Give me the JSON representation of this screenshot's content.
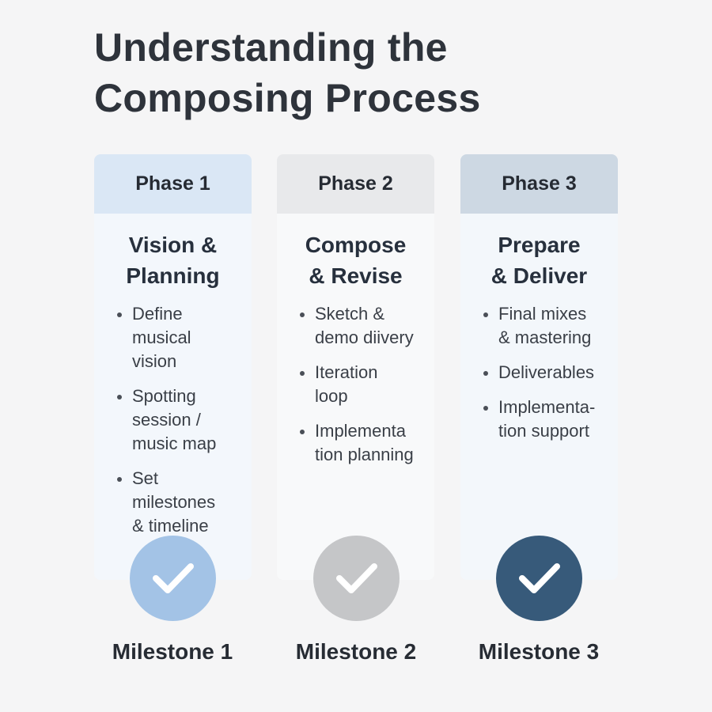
{
  "title": {
    "line1": "Understanding the",
    "line2": "Composing Process"
  },
  "phases": [
    {
      "label": "Phase 1",
      "name1": "Vision &",
      "name2": "Planning",
      "header_color": "#dae7f5",
      "body_color": "#f3f7fc",
      "bullets": [
        [
          "Define",
          "musical",
          "vision"
        ],
        [
          "Spotting",
          "session /",
          "music map"
        ],
        [
          "Set",
          "milestones",
          "& timeline"
        ]
      ]
    },
    {
      "label": "Phase 2",
      "name1": "Compose",
      "name2": "& Revise",
      "header_color": "#e8e9eb",
      "body_color": "#f8f9fa",
      "bullets": [
        [
          "Sketch &",
          "demo diivery"
        ],
        [
          "Iteration",
          "loop"
        ],
        [
          "Implementa",
          "tion planning"
        ]
      ]
    },
    {
      "label": "Phase 3",
      "name1": "Prepare",
      "name2": "& Deliver",
      "header_color": "#cdd8e3",
      "body_color": "#f3f7fb",
      "bullets": [
        [
          "Final mixes",
          "& mastering"
        ],
        [
          "Deliverables"
        ],
        [
          "Implementa-",
          "tion support"
        ]
      ]
    }
  ],
  "milestones": [
    {
      "label": "Milestone 1",
      "color": "#a3c3e6",
      "icon": "check-icon"
    },
    {
      "label": "Milestone 2",
      "color": "#c5c6c8",
      "icon": "check-icon"
    },
    {
      "label": "Milestone 3",
      "color": "#375a7a",
      "icon": "check-icon"
    }
  ]
}
